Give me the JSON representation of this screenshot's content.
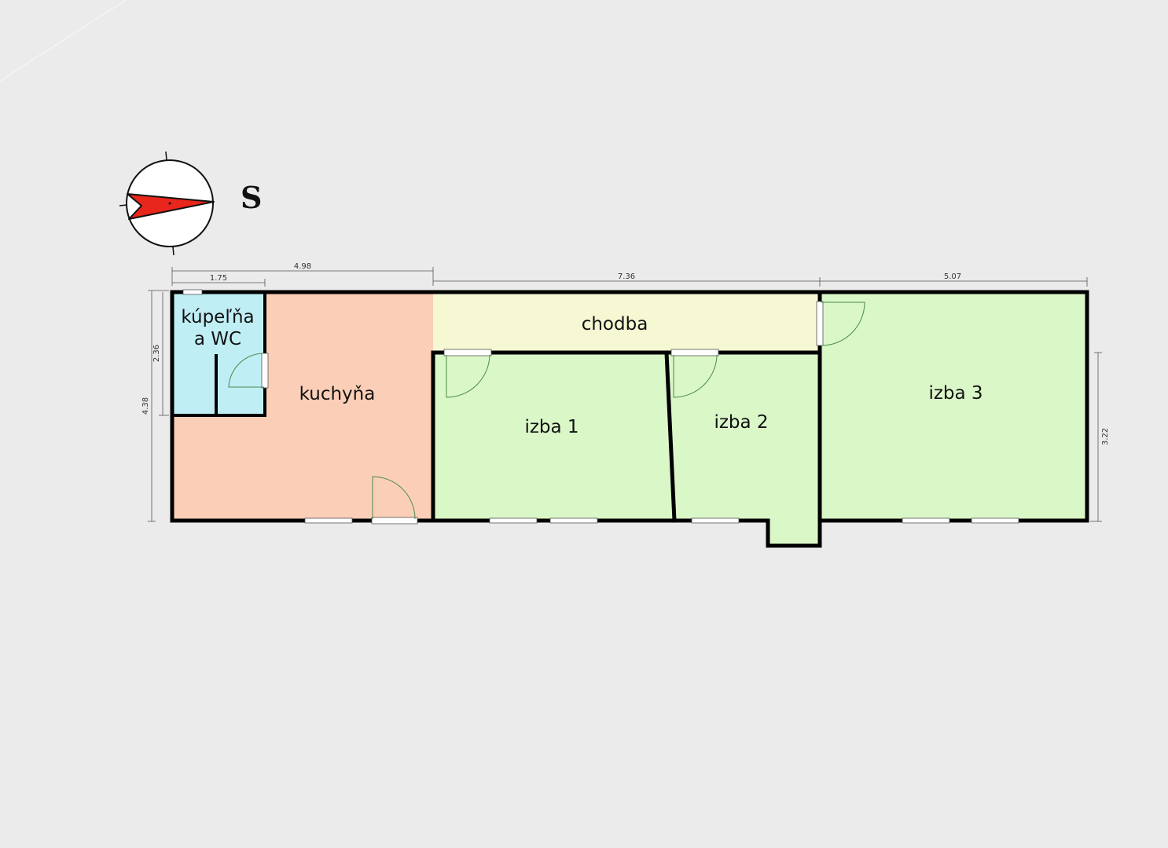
{
  "compass": {
    "direction_label": "S",
    "needle_color": "#e8261c"
  },
  "rooms": {
    "bathroom": {
      "label_line1": "kúpeľňa",
      "label_line2": "a WC",
      "color": "#c0eef5"
    },
    "kitchen": {
      "label": "kuchyňa",
      "color": "#fbcfb7"
    },
    "hallway": {
      "label": "chodba",
      "color": "#f6f7d3"
    },
    "room1": {
      "label": "izba 1",
      "color": "#daf7c8"
    },
    "room2": {
      "label": "izba 2",
      "color": "#daf7c8"
    },
    "room3": {
      "label": "izba 3",
      "color": "#daf7c8"
    }
  },
  "dimensions": {
    "bathroom_width": "1.75",
    "kitchen_block_width": "4.98",
    "hallway_width": "7.36",
    "room3_width": "5.07",
    "bathroom_depth": "2.36",
    "total_depth": "4.38",
    "room3_depth": "3.22"
  },
  "colors": {
    "background": "#ebebeb",
    "wall": "#000000",
    "door_arc": "#4a8a4a"
  }
}
